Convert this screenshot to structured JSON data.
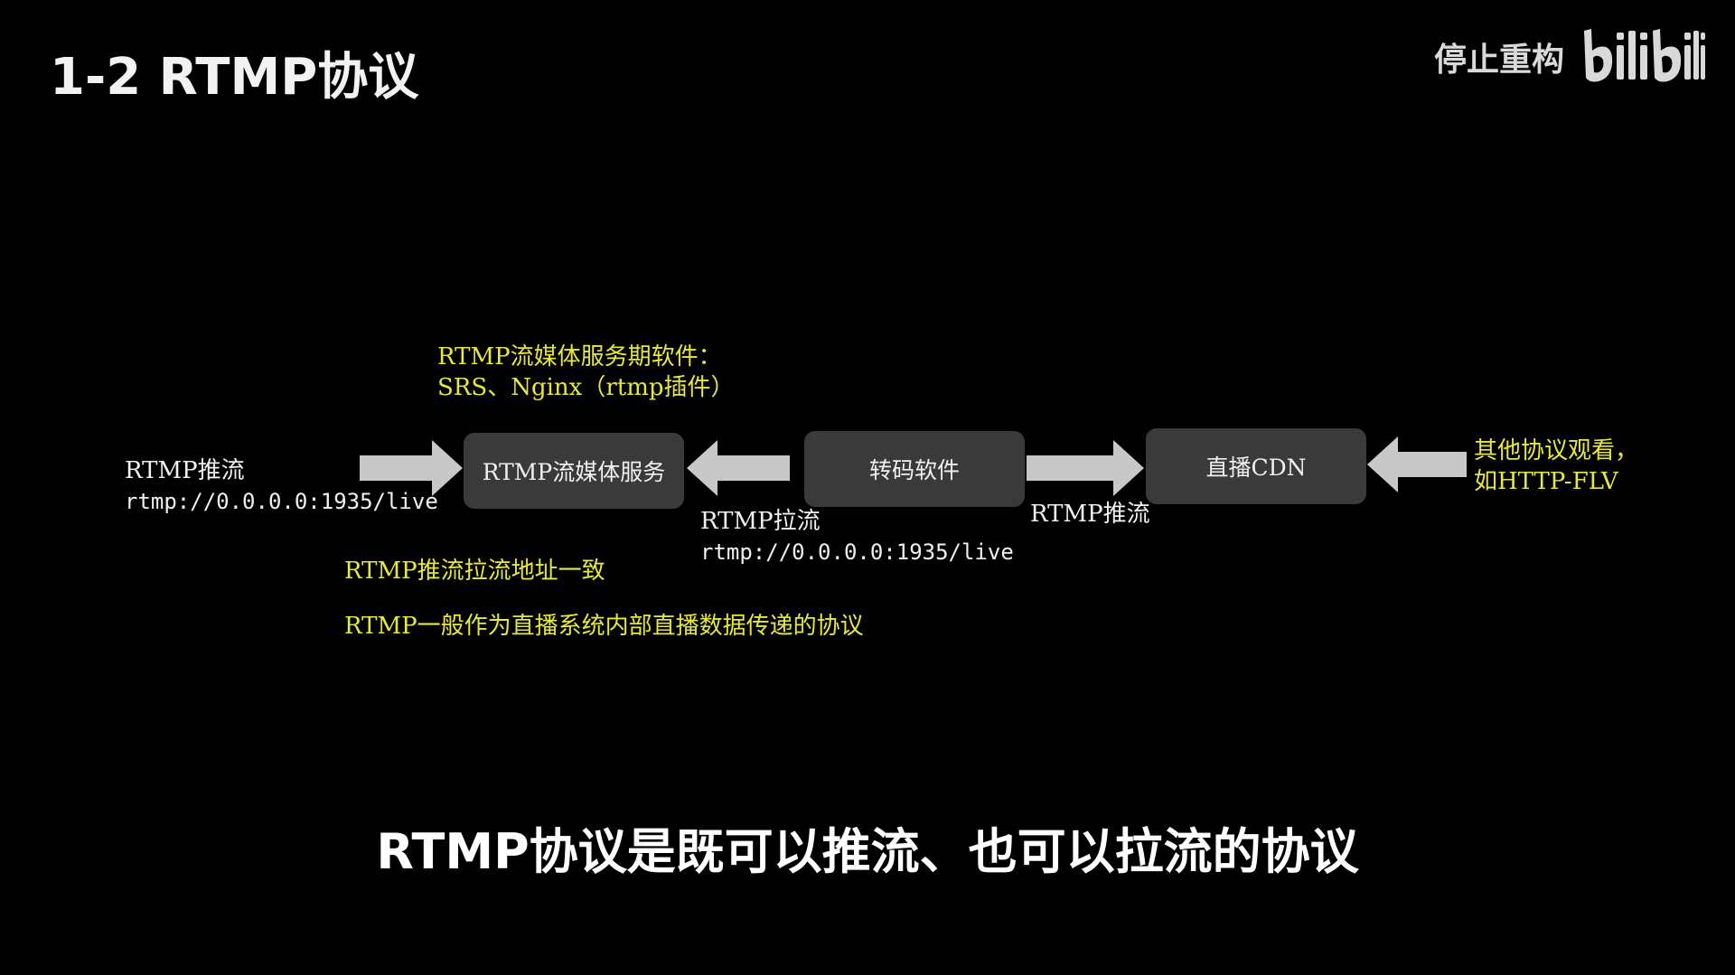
{
  "slide": {
    "title": "1-2 RTMP协议"
  },
  "watermark": {
    "channel_name": "停止重构",
    "logo": "bilibili-logo"
  },
  "diagram": {
    "nodes": {
      "media_server": "RTMP流媒体服务",
      "transcoder": "转码软件",
      "cdn": "直播CDN"
    },
    "labels": {
      "push_title": "RTMP推流",
      "push_url": "rtmp://0.0.0.0:1935/live",
      "pull_title": "RTMP拉流",
      "pull_url": "rtmp://0.0.0.0:1935/live",
      "push_to_cdn": "RTMP推流"
    },
    "notes": {
      "server_software_line1": "RTMP流媒体服务期软件：",
      "server_software_line2": "SRS、Nginx（rtmp插件）",
      "other_protocols_line1": "其他协议观看，",
      "other_protocols_line2": "如HTTP-FLV",
      "same_address": "RTMP推流拉流地址一致",
      "internal_usage": "RTMP一般作为直播系统内部直播数据传递的协议"
    },
    "colors": {
      "box": "#3a3a3a",
      "arrow": "#c8c8c8",
      "note": "#e8e83a"
    }
  },
  "caption": {
    "text": "RTMP协议是既可以推流、也可以拉流的协议"
  }
}
